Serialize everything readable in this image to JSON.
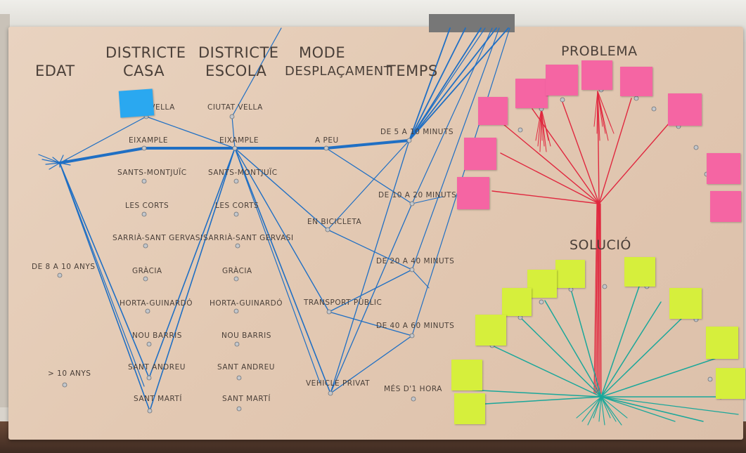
{
  "headers": {
    "edat": "EDAT",
    "districte_casa_1": "DISTRICTE",
    "districte_casa_2": "CASA",
    "districte_escola_1": "DISTRICTE",
    "districte_escola_2": "ESCOLA",
    "mode_1": "MODE",
    "mode_2": "DESPLAÇAMENT",
    "temps": "TEMPS"
  },
  "edat": [
    "DE 8 A 10 ANYS",
    "> 10 ANYS"
  ],
  "districts_casa": [
    "CIUTAT VELLA",
    "EIXAMPLE",
    "SANTS-MONTJUÏC",
    "LES CORTS",
    "SARRIÀ-SANT GERVASI",
    "GRÀCIA",
    "HORTA-GUINARDÓ",
    "NOU BARRIS",
    "SANT ANDREU",
    "SANT MARTÍ"
  ],
  "districts_escola": [
    "CIUTAT VELLA",
    "EIXAMPLE",
    "SANTS-MONTJUÏC",
    "LES CORTS",
    "SARRIÀ-SANT GERVASI",
    "GRÀCIA",
    "HORTA-GUINARDÓ",
    "NOU BARRIS",
    "SANT ANDREU",
    "SANT MARTÍ"
  ],
  "modes": [
    "A PEU",
    "EN BICICLETA",
    "TRANSPORT PÚBLIC",
    "VEHICLE PRIVAT"
  ],
  "temps": [
    "DE 5 A 10 MINUTS",
    "DE 10 A 20 MINUTS",
    "DE 20 A 40 MINUTS",
    "DE 40 A 60 MINUTS",
    "MÉS D'1 HORA"
  ],
  "sections": {
    "problema": "PROBLEMA",
    "solucio": "SOLUCIÓ"
  },
  "colors": {
    "string_blue": "#1f6fc4",
    "string_red": "#e0283f",
    "string_teal": "#1aa79a",
    "note_pink": "#f565a3",
    "note_lime": "#d6ef3c",
    "note_blue": "#2aa8f0"
  }
}
